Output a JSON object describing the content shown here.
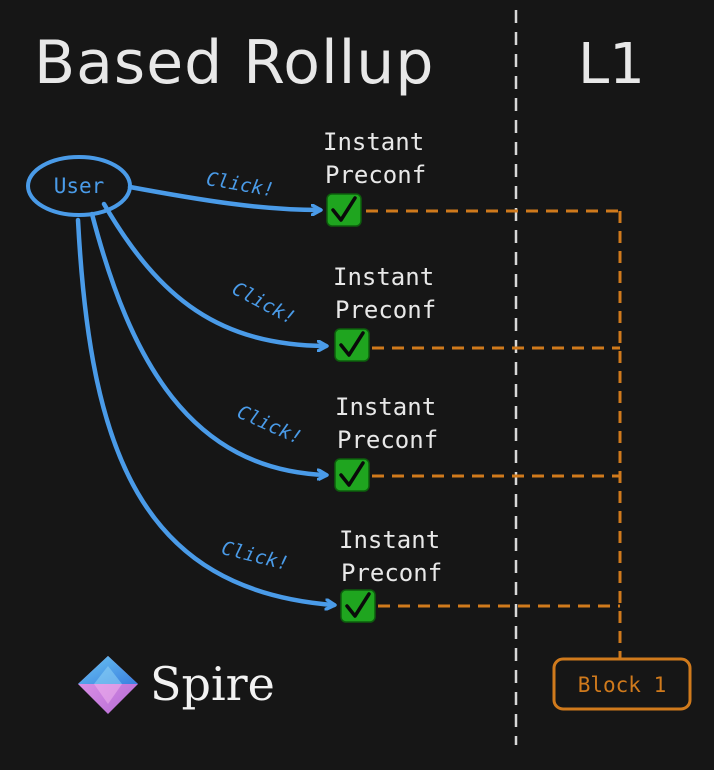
{
  "title": "Based Rollup",
  "l1_label": "L1",
  "user_label": "User",
  "preconf_line1": "Instant",
  "preconf_line2": "Preconf",
  "click_label": "Click!",
  "block_label": "Block 1",
  "logo_text": "Spire",
  "colors": {
    "background": "#161616",
    "user_blue": "#4a9be8",
    "orange": "#d07a1c",
    "check_green": "#1fa51f",
    "text": "#e8e8e8"
  },
  "icons": [
    "check-icon",
    "spire-logo-icon"
  ]
}
